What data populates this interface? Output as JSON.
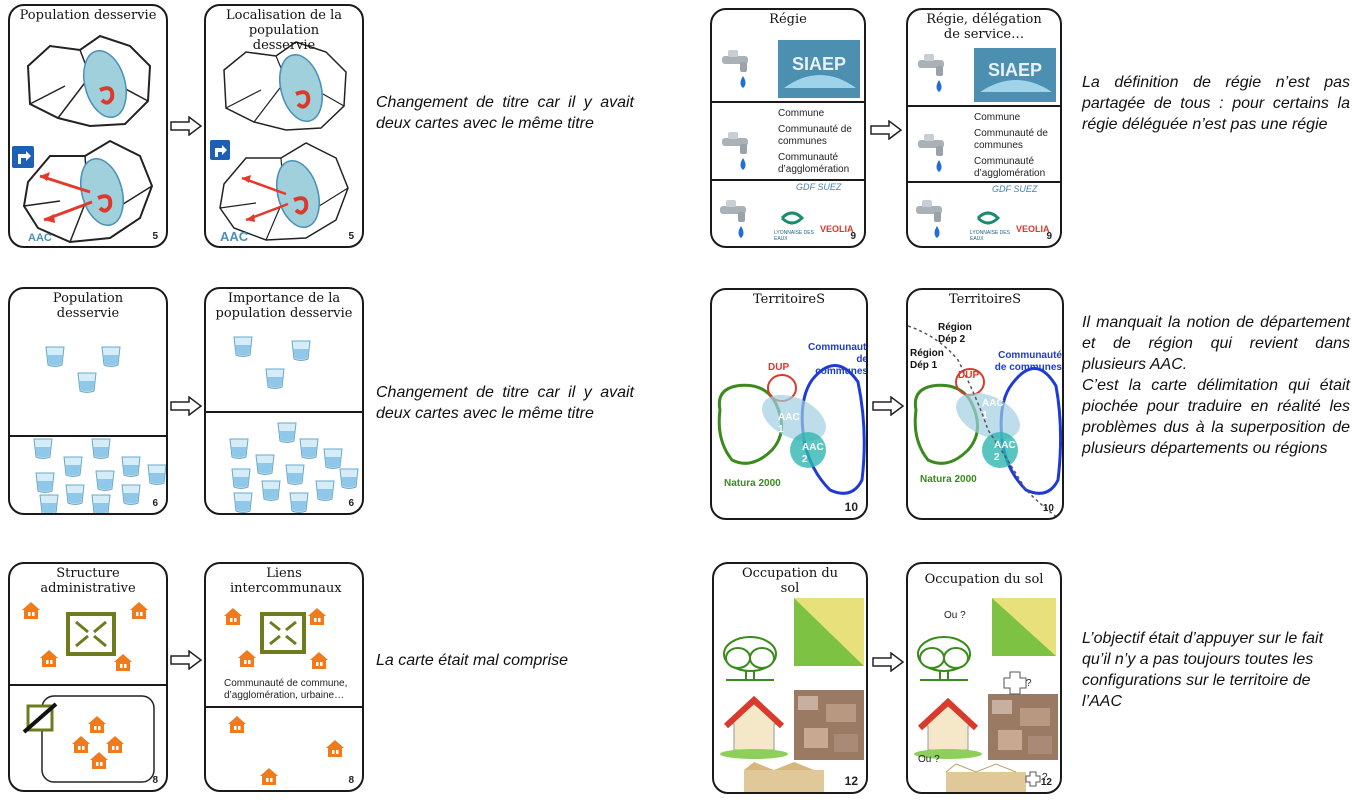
{
  "left": {
    "rows": [
      {
        "before": {
          "title": "Population desservie",
          "number": "5",
          "corner": "AAC"
        },
        "after": {
          "title": "Localisation de la population desservie",
          "number": "5",
          "corner": "AAC"
        },
        "description": "Changement de titre car il y avait deux cartes avec le même titre"
      },
      {
        "before": {
          "title": "Population desservie",
          "number": "6"
        },
        "after": {
          "title": "Importance de la population desservie",
          "number": "6"
        },
        "description": "Changement de titre car il y avait deux cartes avec le même titre"
      },
      {
        "before": {
          "title": "Structure administrative",
          "number": "8"
        },
        "after": {
          "title": "Liens intercommunaux",
          "number": "8",
          "caption": "Communauté de commune, d’agglomération, urbaine…"
        },
        "description": "La carte était mal comprise"
      }
    ]
  },
  "right": {
    "rows": [
      {
        "before": {
          "title": "Régie",
          "number": "9",
          "logo": "SIAEP",
          "list": [
            "Commune",
            "Communauté de communes",
            "Communauté d’agglomération"
          ],
          "brands": {
            "gdf": "GDF SUEZ",
            "lyonnaise": "LYONNAISE DES EAUX",
            "veolia": "VEOLIA"
          }
        },
        "after": {
          "title": "Régie, délégation de service…",
          "number": "9",
          "logo": "SIAEP",
          "list": [
            "Commune",
            "Communauté de communes",
            "Communauté d’agglomération"
          ],
          "brands": {
            "gdf": "GDF SUEZ",
            "lyonnaise": "LYONNAISE DES EAUX",
            "veolia": "VEOLIA"
          }
        },
        "description": "La définition de régie n’est pas partagée de tous : pour certains la régie déléguée n’est pas une régie"
      },
      {
        "before": {
          "title": "TerritoireS",
          "number": "10",
          "dup": "DUP",
          "cc": "Communauté de communes",
          "aac1": "AAC 1",
          "aac2": "AAC 2",
          "natura": "Natura 2000"
        },
        "after": {
          "title": "TerritoireS",
          "number": "10",
          "dup": "DUP",
          "cc": "Communauté de communes",
          "aac1": "AAC 1",
          "aac2": "AAC 2",
          "natura": "Natura 2000",
          "region2": "Région Dép 2",
          "region1": "Région Dép 1"
        },
        "description_lines": [
          "Il manquait la notion de département et de région qui revient dans plusieurs AAC.",
          "C’est la carte délimitation qui était piochée pour traduire en réalité les problèmes dus à la superposition de plusieurs départements ou régions"
        ]
      },
      {
        "before": {
          "title": "Occupation du sol",
          "number": "12"
        },
        "after": {
          "title": "Occupation du sol",
          "number": "12",
          "q1": "Ou ?",
          "q2": "Ou ?",
          "q3": "?",
          "q4": "?"
        },
        "description": "L’objectif était d’appuyer sur le fait qu’il n’y a pas toujours toutes les configurations sur le territoire de l’AAC"
      }
    ]
  },
  "colors": {
    "lake": "#7fc4d6",
    "red": "#d93a2b",
    "orange": "#f07b1d",
    "olive": "#6e7b1e",
    "green": "#3a8a1e",
    "blue": "#1f3bd6",
    "teal": "#2fb7b0"
  }
}
